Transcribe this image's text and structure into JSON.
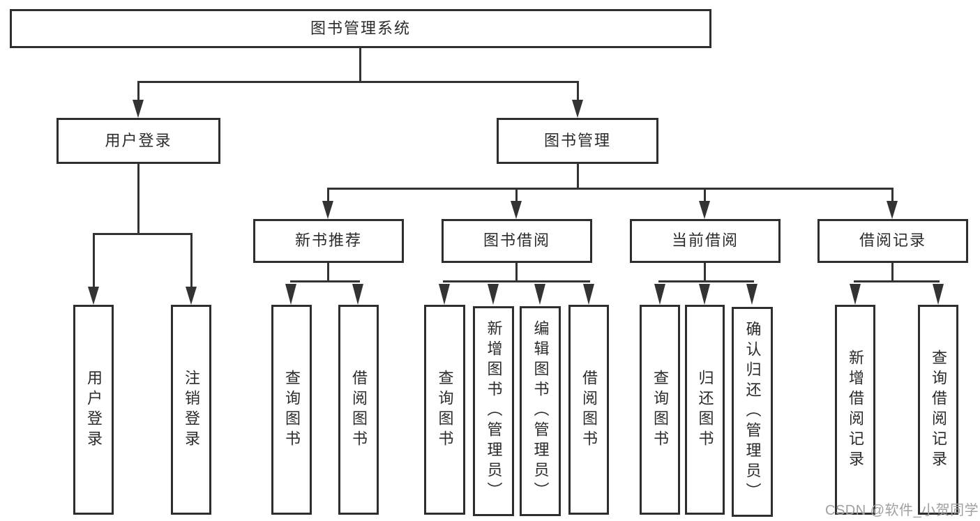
{
  "diagram_title": "图书管理系统",
  "tree": {
    "root": "图书管理系统",
    "branches": [
      {
        "label": "用户登录",
        "children": [
          "用户登录",
          "注销登录"
        ]
      },
      {
        "label": "图书管理",
        "modules": [
          {
            "label": "新书推荐",
            "children": [
              "查询图书",
              "借阅图书"
            ]
          },
          {
            "label": "图书借阅",
            "children": [
              "查询图书",
              "新增图书（管理员）",
              "编辑图书（管理员）",
              "借阅图书"
            ]
          },
          {
            "label": "当前借阅",
            "children": [
              "查询图书",
              "归还图书",
              "确认归还（管理员）"
            ]
          },
          {
            "label": "借阅记录",
            "children": [
              "新增借阅记录",
              "查询借阅记录"
            ]
          }
        ]
      }
    ]
  },
  "watermark": "CSDN @软件_小贺同学",
  "colors": {
    "line": "#333333",
    "box_border": "#2e2e2e",
    "text": "#2b2b2b",
    "watermark": "#a0a0a0",
    "background": "#ffffff"
  }
}
